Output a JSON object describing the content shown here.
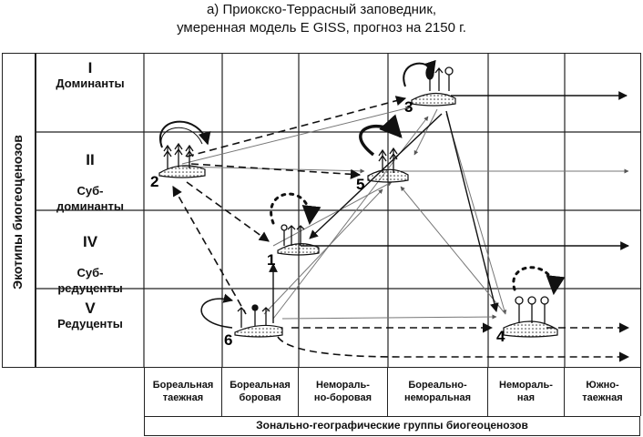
{
  "title": {
    "line1": "а) Приокско-Террасный заповедник,",
    "line2": "умеренная модель E GISS, прогноз на 2150 г."
  },
  "y_axis_label": "Экотипы биогеоценозов",
  "rows": [
    {
      "roman": "I",
      "label": "Доминанты"
    },
    {
      "roman": "II",
      "label": "Суб-\nдоминанты"
    },
    {
      "roman": "IV",
      "label": "Суб-\nредуценты"
    },
    {
      "roman": "V",
      "label": "Редуценты"
    }
  ],
  "columns": [
    "Бореальная\nтаежная",
    "Бореальная\nборовая",
    "Немораль-\nно-боровая",
    "Бореально-\nнеморальная",
    "Немораль-\nная",
    "Южно-\nтаежная"
  ],
  "x_axis_label": "Зонально-географические группы биогеоценозов",
  "nodes": [
    {
      "id": "1",
      "label": "1"
    },
    {
      "id": "2",
      "label": "2"
    },
    {
      "id": "3",
      "label": "3"
    },
    {
      "id": "4",
      "label": "4"
    },
    {
      "id": "5",
      "label": "5"
    },
    {
      "id": "6",
      "label": "6"
    }
  ],
  "colors": {
    "line": "#111111",
    "grid": "#222222",
    "thin": "#666666"
  }
}
